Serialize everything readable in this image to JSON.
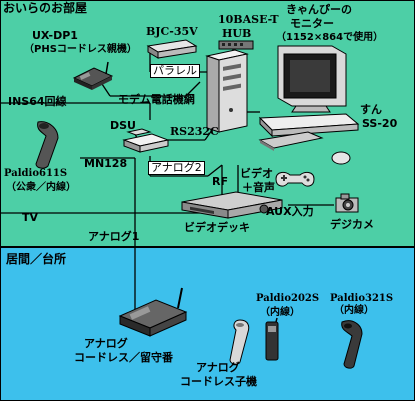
{
  "rooms": {
    "upper": "おいらのお部屋",
    "lower": "居間／台所"
  },
  "devices": {
    "uxdp1": {
      "name": "UX-DP1",
      "desc": "（PHSコードレス親機）"
    },
    "printer": "BJC-35V",
    "parallel": "パラレル",
    "hub": {
      "line1": "10BASE-T",
      "line2": "HUB"
    },
    "pc": {
      "line1": "すん",
      "line2": "SS-20"
    },
    "monitor": {
      "line1": "きゃんぴーの",
      "line2": "モニター",
      "line3": "（1152×864で使用）"
    },
    "ins64": "INS64回線",
    "modem_line": "モデム電話機網",
    "dsu": "DSU",
    "rs232c": "RS232C",
    "analog2": "アナログ2",
    "mn128": "MN128",
    "paldio611s": {
      "name": "Paldio611S",
      "desc": "（公衆／内線）"
    },
    "rf": "RF",
    "video_audio": {
      "line1": "ビデオ",
      "line2": "＋音声"
    },
    "aux": "AUX入力",
    "tv": "TV",
    "video_deck": "ビデオデッキ",
    "camera": "デジカメ",
    "analog1": "アナログ1",
    "analog_cordless": {
      "line1": "アナログ",
      "line2": "コードレス／留守番"
    },
    "analog_handset": {
      "line1": "アナログ",
      "line2": "コードレス子機"
    },
    "paldio202s": {
      "name": "Paldio202S",
      "desc": "（内線）"
    },
    "paldio321s": {
      "name": "Paldio321S",
      "desc": "（内線）"
    }
  },
  "colors": {
    "upper_bg": "#4dcfa6",
    "lower_bg": "#3dc0ec",
    "wire": "#000000"
  }
}
